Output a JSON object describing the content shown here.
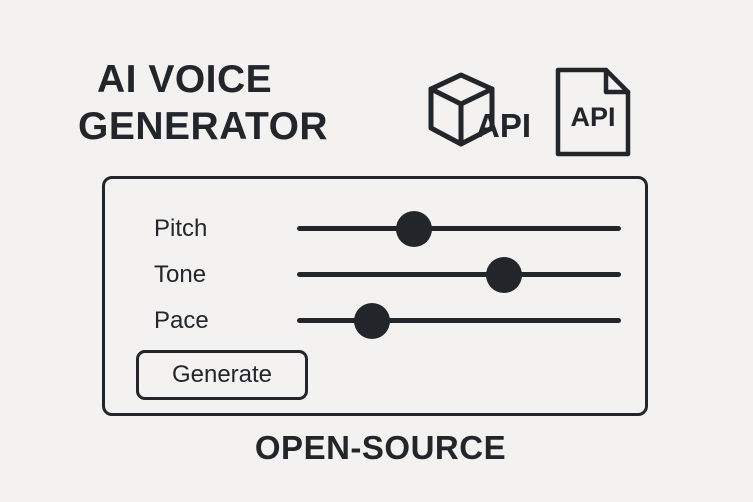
{
  "app": {
    "title_line1": "AI VOICE",
    "title_line2": "GENERATOR"
  },
  "icons": {
    "cube_api": {
      "icon": "cube-api-icon",
      "label": "API"
    },
    "doc_api": {
      "icon": "document-api-icon",
      "label": "API"
    }
  },
  "controls": [
    {
      "label": "Pitch",
      "level": 0.36
    },
    {
      "label": "Tone",
      "level": 0.64
    },
    {
      "label": "Pace",
      "level": 0.23
    }
  ],
  "generate_label": "Generate",
  "footer": "OPEN-SOURCE",
  "colors": {
    "background": "#f3f2f0",
    "ink": "#22262b"
  }
}
